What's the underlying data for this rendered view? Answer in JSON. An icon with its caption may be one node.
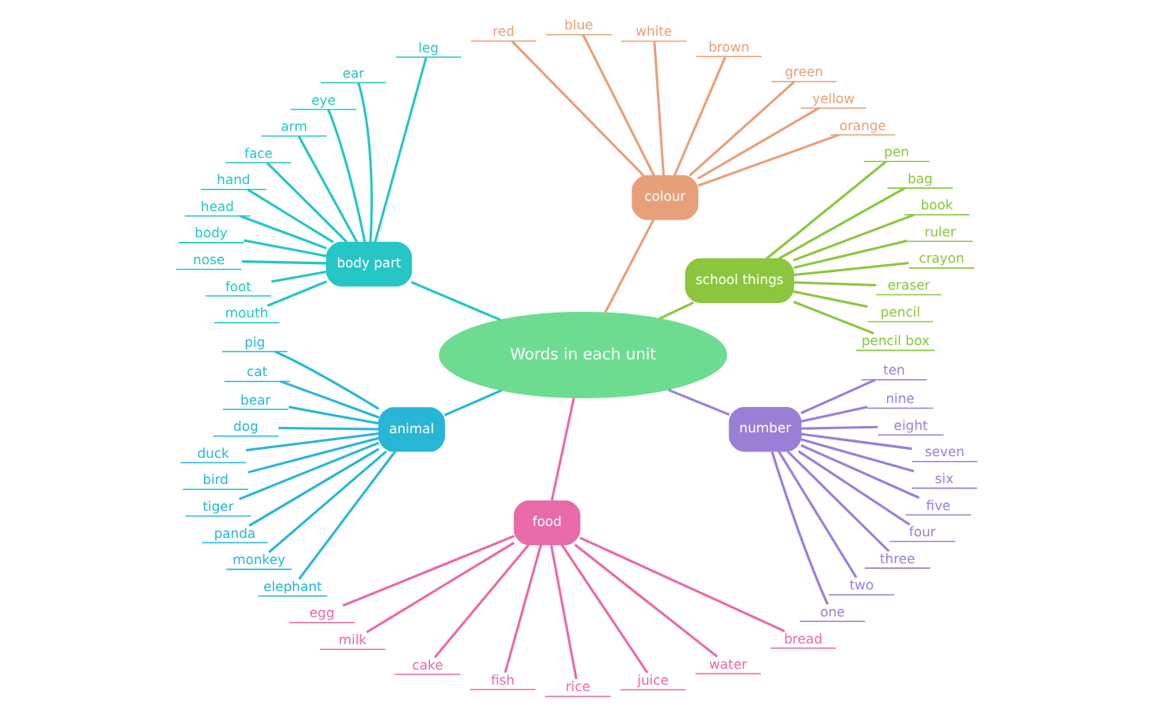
{
  "diagram": {
    "nodes": [
      {
        "text": [
          "Words in each unit"
        ]
      },
      {
        "text": [
          "school things"
        ]
      },
      {
        "text": [
          "pencil box"
        ]
      },
      {
        "text": [
          "pencil"
        ]
      },
      {
        "text": [
          "eraser"
        ]
      },
      {
        "text": [
          "crayon"
        ]
      },
      {
        "text": [
          "ruler"
        ]
      },
      {
        "text": [
          "book"
        ]
      },
      {
        "text": [
          "bag"
        ]
      },
      {
        "text": [
          "pen"
        ]
      },
      {
        "text": [
          "colour"
        ]
      },
      {
        "text": [
          "orange"
        ]
      },
      {
        "text": [
          "yellow"
        ]
      },
      {
        "text": [
          "green"
        ]
      },
      {
        "text": [
          "brown"
        ]
      },
      {
        "text": [
          "white"
        ]
      },
      {
        "text": [
          "blue"
        ]
      },
      {
        "text": [
          "red"
        ]
      },
      {
        "text": [
          "body part"
        ]
      },
      {
        "text": [
          "leg"
        ]
      },
      {
        "text": [
          "ear"
        ]
      },
      {
        "text": [
          "eye"
        ]
      },
      {
        "text": [
          "arm"
        ]
      },
      {
        "text": [
          "face"
        ]
      },
      {
        "text": [
          "hand"
        ]
      },
      {
        "text": [
          "head"
        ]
      },
      {
        "text": [
          "body"
        ]
      },
      {
        "text": [
          "nose"
        ]
      },
      {
        "text": [
          "foot"
        ]
      },
      {
        "text": [
          "mouth"
        ]
      },
      {
        "text": [
          "animal"
        ]
      },
      {
        "text": [
          "pig"
        ]
      },
      {
        "text": [
          "cat"
        ]
      },
      {
        "text": [
          "bear"
        ]
      },
      {
        "text": [
          "dog"
        ]
      },
      {
        "text": [
          "duck"
        ]
      },
      {
        "text": [
          "bird"
        ]
      },
      {
        "text": [
          "tiger"
        ]
      },
      {
        "text": [
          "panda"
        ]
      },
      {
        "text": [
          "monkey"
        ]
      },
      {
        "text": [
          "elephant"
        ]
      },
      {
        "text": [
          "food"
        ]
      },
      {
        "text": [
          "egg"
        ]
      },
      {
        "text": [
          "milk"
        ]
      },
      {
        "text": [
          "cake"
        ]
      },
      {
        "text": [
          "fish"
        ]
      },
      {
        "text": [
          "rice"
        ]
      },
      {
        "text": [
          "juice"
        ]
      },
      {
        "text": [
          "water"
        ]
      },
      {
        "text": [
          "bread"
        ]
      },
      {
        "text": [
          "number"
        ]
      },
      {
        "text": [
          "one"
        ]
      },
      {
        "text": [
          "two"
        ]
      },
      {
        "text": [
          "three"
        ]
      },
      {
        "text": [
          "four"
        ]
      },
      {
        "text": [
          "five"
        ]
      },
      {
        "text": [
          "six"
        ]
      },
      {
        "text": [
          "seven"
        ]
      },
      {
        "text": [
          "eight"
        ]
      },
      {
        "text": [
          "nine"
        ]
      },
      {
        "text": [
          "ten"
        ]
      }
    ],
    "edges": [
      {
        "from": 0,
        "to": 1,
        "arrow": "none",
        "color": "#8cc63f"
      },
      {
        "from": 1,
        "to": 2,
        "arrow": "none",
        "color": "#8cc63f"
      },
      {
        "from": 1,
        "to": 3,
        "arrow": "none",
        "color": "#8cc63f"
      },
      {
        "from": 1,
        "to": 4,
        "arrow": "none",
        "color": "#8cc63f"
      },
      {
        "from": 1,
        "to": 5,
        "arrow": "none",
        "color": "#8cc63f"
      },
      {
        "from": 1,
        "to": 6,
        "arrow": "none",
        "color": "#8cc63f"
      },
      {
        "from": 1,
        "to": 7,
        "arrow": "none",
        "color": "#8cc63f"
      },
      {
        "from": 1,
        "to": 8,
        "arrow": "none",
        "color": "#8cc63f"
      },
      {
        "from": 1,
        "to": 9,
        "arrow": "none",
        "color": "#8cc63f"
      },
      {
        "from": 0,
        "to": 10,
        "arrow": "none",
        "color": "#e8a07a"
      },
      {
        "from": 10,
        "to": 11,
        "arrow": "none",
        "color": "#e8a07a"
      },
      {
        "from": 10,
        "to": 12,
        "arrow": "none",
        "color": "#e8a07a"
      },
      {
        "from": 10,
        "to": 13,
        "arrow": "none",
        "color": "#e8a07a"
      },
      {
        "from": 10,
        "to": 14,
        "arrow": "none",
        "color": "#e8a07a"
      },
      {
        "from": 10,
        "to": 15,
        "arrow": "none",
        "color": "#e8a07a"
      },
      {
        "from": 10,
        "to": 16,
        "arrow": "none",
        "color": "#e8a07a"
      },
      {
        "from": 10,
        "to": 17,
        "arrow": "none",
        "color": "#e8a07a"
      },
      {
        "from": 0,
        "to": 18,
        "arrow": "none",
        "color": "#26c6c6"
      },
      {
        "from": 18,
        "to": 19,
        "arrow": "none",
        "color": "#26c6c6"
      },
      {
        "from": 18,
        "to": 20,
        "arrow": "none",
        "color": "#26c6c6"
      },
      {
        "from": 18,
        "to": 21,
        "arrow": "none",
        "color": "#26c6c6"
      },
      {
        "from": 18,
        "to": 22,
        "arrow": "none",
        "color": "#26c6c6"
      },
      {
        "from": 18,
        "to": 23,
        "arrow": "none",
        "color": "#26c6c6"
      },
      {
        "from": 18,
        "to": 24,
        "arrow": "none",
        "color": "#26c6c6"
      },
      {
        "from": 18,
        "to": 25,
        "arrow": "none",
        "color": "#26c6c6"
      },
      {
        "from": 18,
        "to": 26,
        "arrow": "none",
        "color": "#26c6c6"
      },
      {
        "from": 18,
        "to": 27,
        "arrow": "none",
        "color": "#26c6c6"
      },
      {
        "from": 18,
        "to": 28,
        "arrow": "none",
        "color": "#26c6c6"
      },
      {
        "from": 18,
        "to": 29,
        "arrow": "none",
        "color": "#26c6c6"
      },
      {
        "from": 0,
        "to": 30,
        "arrow": "none",
        "color": "#29b6d6"
      },
      {
        "from": 30,
        "to": 31,
        "arrow": "none",
        "color": "#29b6d6"
      },
      {
        "from": 30,
        "to": 32,
        "arrow": "none",
        "color": "#29b6d6"
      },
      {
        "from": 30,
        "to": 33,
        "arrow": "none",
        "color": "#29b6d6"
      },
      {
        "from": 30,
        "to": 34,
        "arrow": "none",
        "color": "#29b6d6"
      },
      {
        "from": 30,
        "to": 35,
        "arrow": "none",
        "color": "#29b6d6"
      },
      {
        "from": 30,
        "to": 36,
        "arrow": "none",
        "color": "#29b6d6"
      },
      {
        "from": 30,
        "to": 37,
        "arrow": "none",
        "color": "#29b6d6"
      },
      {
        "from": 30,
        "to": 38,
        "arrow": "none",
        "color": "#29b6d6"
      },
      {
        "from": 30,
        "to": 39,
        "arrow": "none",
        "color": "#29b6d6"
      },
      {
        "from": 30,
        "to": 40,
        "arrow": "none",
        "color": "#29b6d6"
      },
      {
        "from": 0,
        "to": 41,
        "arrow": "none",
        "color": "#e86aa8"
      },
      {
        "from": 41,
        "to": 42,
        "arrow": "none",
        "color": "#e86aa8"
      },
      {
        "from": 41,
        "to": 43,
        "arrow": "none",
        "color": "#e86aa8"
      },
      {
        "from": 41,
        "to": 44,
        "arrow": "none",
        "color": "#e86aa8"
      },
      {
        "from": 41,
        "to": 45,
        "arrow": "none",
        "color": "#e86aa8"
      },
      {
        "from": 41,
        "to": 46,
        "arrow": "none",
        "color": "#e86aa8"
      },
      {
        "from": 41,
        "to": 47,
        "arrow": "none",
        "color": "#e86aa8"
      },
      {
        "from": 41,
        "to": 48,
        "arrow": "none",
        "color": "#e86aa8"
      },
      {
        "from": 41,
        "to": 49,
        "arrow": "none",
        "color": "#e86aa8"
      },
      {
        "from": 0,
        "to": 50,
        "arrow": "none",
        "color": "#9b7fd6"
      },
      {
        "from": 50,
        "to": 51,
        "arrow": "none",
        "color": "#9b7fd6"
      },
      {
        "from": 50,
        "to": 52,
        "arrow": "none",
        "color": "#9b7fd6"
      },
      {
        "from": 50,
        "to": 53,
        "arrow": "none",
        "color": "#9b7fd6"
      },
      {
        "from": 50,
        "to": 54,
        "arrow": "none",
        "color": "#9b7fd6"
      },
      {
        "from": 50,
        "to": 55,
        "arrow": "none",
        "color": "#9b7fd6"
      },
      {
        "from": 50,
        "to": 56,
        "arrow": "none",
        "color": "#9b7fd6"
      },
      {
        "from": 50,
        "to": 57,
        "arrow": "none",
        "color": "#9b7fd6"
      },
      {
        "from": 50,
        "to": 58,
        "arrow": "none",
        "color": "#9b7fd6"
      },
      {
        "from": 50,
        "to": 59,
        "arrow": "none",
        "color": "#9b7fd6"
      },
      {
        "from": 50,
        "to": 60,
        "arrow": "none",
        "color": "#9b7fd6"
      }
    ]
  }
}
